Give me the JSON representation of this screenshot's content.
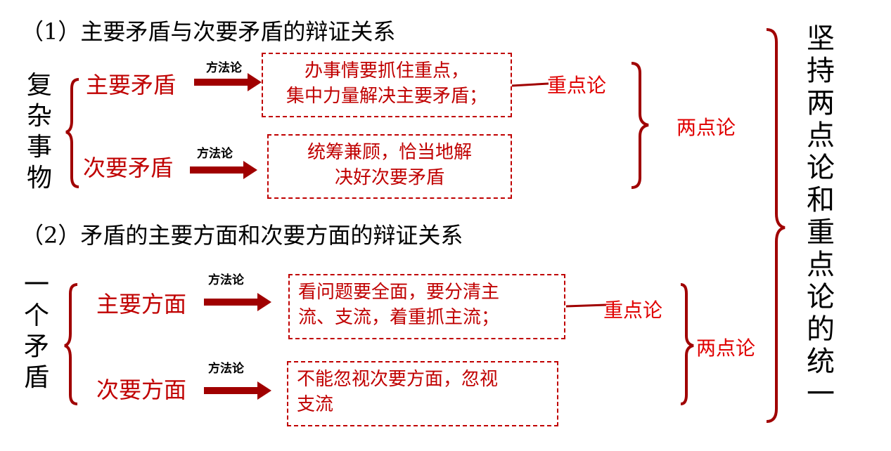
{
  "section1": {
    "title": "（1）主要矛盾与次要矛盾的辩证关系",
    "subject": "复杂事物",
    "rows": [
      {
        "concept": "主要矛盾",
        "method": "方法论",
        "box_line1": "办事情要抓住重点，",
        "box_line2": "集中力量解决主要矛盾；"
      },
      {
        "concept": "次要矛盾",
        "method": "方法论",
        "box_line1": "统筹兼顾，恰当地解",
        "box_line2": "决好次要矛盾"
      }
    ],
    "key_label": "重点论",
    "both_label": "两点论"
  },
  "section2": {
    "title": "（2）矛盾的主要方面和次要方面的辩证关系",
    "subject": "一个矛盾",
    "rows": [
      {
        "concept": "主要方面",
        "method": "方法论",
        "box_line1": "看问题要全面，要分清主",
        "box_line2": "流、支流，着重抓主流；"
      },
      {
        "concept": "次要方面",
        "method": "方法论",
        "box_line1": "不能忽视次要方面，忽视",
        "box_line2": "支流"
      }
    ],
    "key_label": "重点论",
    "both_label": "两点论"
  },
  "summary": "坚持两点论和重点论的统一",
  "colors": {
    "accent": "#c00000",
    "arrow": "#a00000",
    "label_red": "#e00000"
  }
}
